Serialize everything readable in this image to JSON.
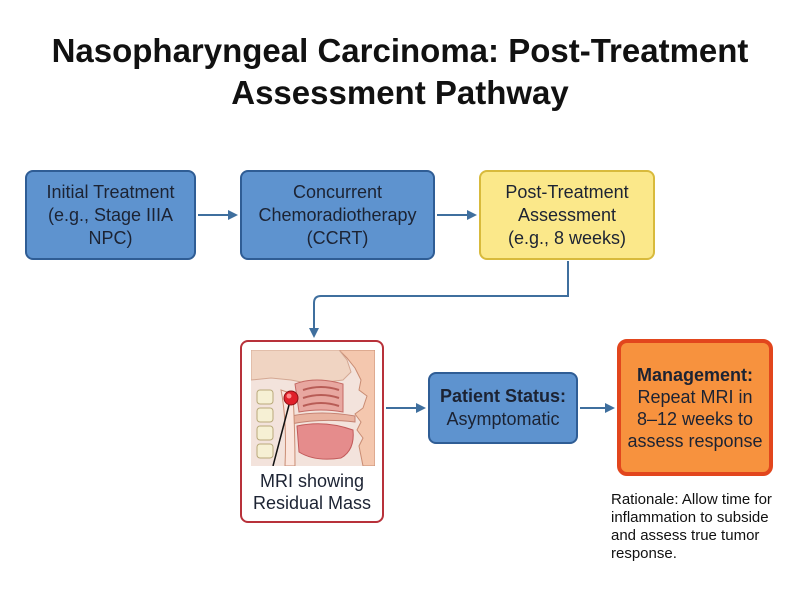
{
  "title": {
    "line1": "Nasopharyngeal Carcinoma: Post-Treatment",
    "line2": "Assessment Pathway"
  },
  "nodes": {
    "initial_treatment": {
      "lines": [
        "Initial Treatment",
        "(e.g., Stage IIIA",
        "NPC)"
      ]
    },
    "ccrt": {
      "lines": [
        "Concurrent",
        "Chemoradiotherapy",
        "(CCRT)"
      ]
    },
    "post_treatment_assessment": {
      "lines": [
        "Post-Treatment",
        "Assessment",
        "(e.g., 8 weeks)"
      ]
    },
    "mri": {
      "caption_lines": [
        "MRI showing",
        "Residual Mass"
      ],
      "image_icon": "sagittal-head-anatomy-icon"
    },
    "patient_status": {
      "heading": "Patient Status:",
      "value": "Asymptomatic"
    },
    "management": {
      "heading": "Management:",
      "lines": [
        "Repeat MRI in",
        "8–12 weeks to",
        "assess response"
      ]
    }
  },
  "rationale": {
    "lines": [
      "Rationale: Allow time for",
      "inflammation to subside",
      "and assess true tumor",
      "response."
    ]
  },
  "colors": {
    "blue_fill": "#5e93cf",
    "blue_border": "#2f5d95",
    "yellow_fill": "#fbe88a",
    "orange_fill": "#f7923e",
    "orange_border": "#e2461d",
    "mri_border": "#b8313a",
    "arrow": "#3f6f9e"
  }
}
